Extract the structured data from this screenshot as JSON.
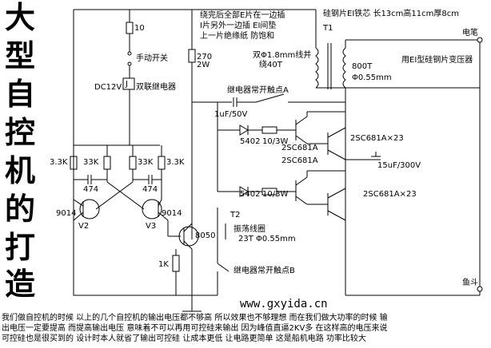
{
  "title_chars": [
    "大",
    "型",
    "自",
    "控",
    "机",
    "的",
    "打",
    "造"
  ],
  "labels": {
    "r10": "10",
    "switch": "手动开关",
    "relay_v": "DC12V",
    "relay_j": "J",
    "relay_name": "双联继电器",
    "r270a": "270",
    "r270b": "2W",
    "note1": "绕完后全部E片在一边插",
    "note2": "I片另外一边插 EI间垫",
    "note3": "上一片绝缘纸 防饱和",
    "core": "硅钢片EI铁芯 长13cm高11cm厚8cm",
    "t1": "T1",
    "primary1": "双Φ1.8mm线并",
    "primary2": "绕40T",
    "secondary1": "800T",
    "secondary2": "Φ0.55mm",
    "transformer_note": "用EI型硅钢片变压器",
    "pen": "电笔",
    "fish": "鱼斗",
    "relay_a": "继电器常开触点A",
    "cap1": "1uF/50V",
    "d1": "5402",
    "r_d1": "10/3W",
    "q1": "2SC681A",
    "q_pair1": "2SC681A×23",
    "d2": "5402",
    "r_d2": "10/3W",
    "q2": "2SC681A",
    "q_pair2": "2SC681A×23",
    "cap_big": "15uF/300V",
    "r33k_1": "3.3K",
    "r33k_2": "33K",
    "r33k_3": "33K",
    "r33k_4": "3.3K",
    "c474a": "474",
    "c474b": "474",
    "tr_left": "9014",
    "v2": "V2",
    "tr_right": "9014",
    "v3": "V3",
    "q8050": "8050",
    "r1k": "1K",
    "t2": "T2",
    "osc_coil": "振荡线圈",
    "osc_wire": "23T Φ0.55mm",
    "relay_b": "继电器常开触点B",
    "website": "www.gxyida.cn"
  },
  "footer": [
    "我们做自控机的时候 以上的几个自控机的输出电压都不够高 所以效果也不够理想 而在我们做大功率的时候 输",
    "出电压一定要提高 而提高输出电压 意味着不可以再用可控硅来输出 因为峰值直逼2KV多 在这样高的电压来说",
    "可控硅也是很买到的 设计时本人就省了输出可控硅 让成本更低 让电路更简单 这是船机电路  功率比较大"
  ]
}
